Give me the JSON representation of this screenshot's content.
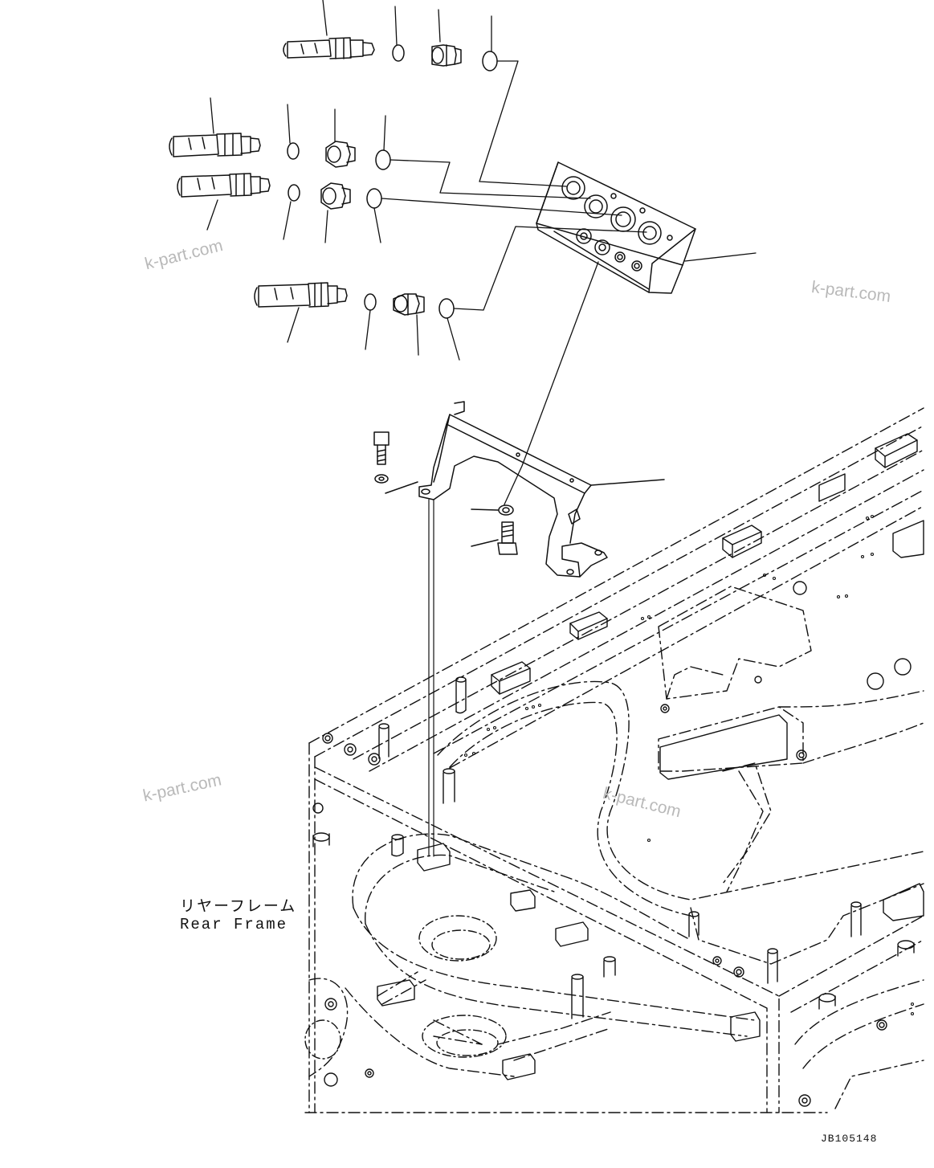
{
  "watermarks": [
    "k-part.com",
    "k-part.com",
    "k-part.com",
    "k-part.com"
  ],
  "labels": {
    "rear_frame_jp": "リヤーフレーム",
    "rear_frame_en": "Rear Frame"
  },
  "document_id": "JB105148",
  "colors": {
    "line": "#111111",
    "watermark": "#b9b9b9",
    "background": "#ffffff"
  }
}
